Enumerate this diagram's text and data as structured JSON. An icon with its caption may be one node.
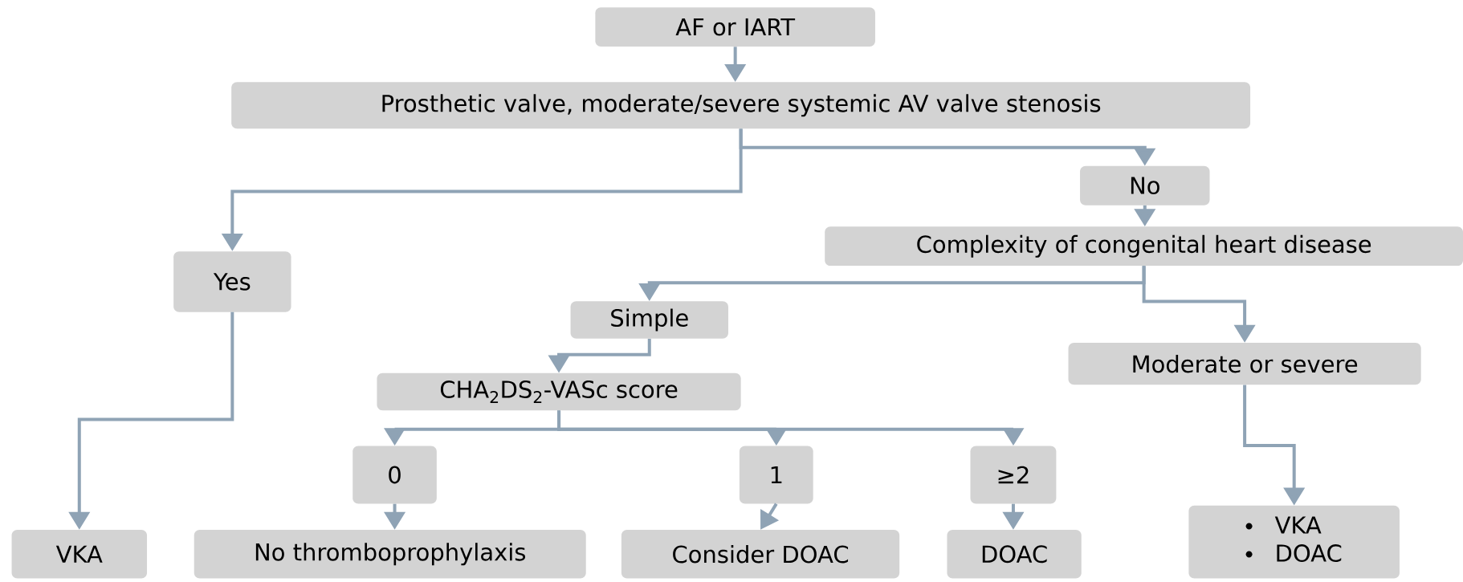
{
  "diagram": {
    "nodes": [
      {
        "text": [
          "AF or IART"
        ]
      },
      {
        "text": [
          "Prosthetic valve, moderate/severe systemic AV valve stenosis"
        ]
      },
      {
        "text": [
          "Yes"
        ]
      },
      {
        "text": [
          "No"
        ]
      },
      {
        "text": [
          "Complexity of congenital heart disease"
        ]
      },
      {
        "text": [
          "Simple"
        ]
      },
      {
        "text": [
          "Moderate or severe"
        ]
      },
      {
        "text": [
          "CHA$_{2}$DS$_{2}$-VASc score"
        ]
      },
      {
        "text": [
          "0"
        ]
      },
      {
        "text": [
          "1"
        ]
      },
      {
        "text": [
          "≥2"
        ]
      },
      {
        "text": [
          "VKA"
        ]
      },
      {
        "text": [
          "No thromboprophylaxis"
        ]
      },
      {
        "text": [
          "Consider DOAC"
        ]
      },
      {
        "text": [
          "DOAC"
        ]
      },
      {
        "text": [
          "VKA",
          "DOAC"
        ]
      }
    ],
    "edges": [
      {
        "from": 0,
        "to": 1,
        "arrow": "to"
      },
      {
        "from": 1,
        "to": 2,
        "arrow": "to"
      },
      {
        "from": 1,
        "to": 3,
        "arrow": "to"
      },
      {
        "from": 3,
        "to": 4,
        "arrow": "to"
      },
      {
        "from": 4,
        "to": 5,
        "arrow": "to"
      },
      {
        "from": 4,
        "to": 6,
        "arrow": "to"
      },
      {
        "from": 5,
        "to": 7,
        "arrow": "to"
      },
      {
        "from": 7,
        "to": 8,
        "arrow": "to"
      },
      {
        "from": 7,
        "to": 9,
        "arrow": "to"
      },
      {
        "from": 7,
        "to": 10,
        "arrow": "to"
      },
      {
        "from": 2,
        "to": 11,
        "arrow": "to"
      },
      {
        "from": 8,
        "to": 12,
        "arrow": "to"
      },
      {
        "from": 9,
        "to": 13,
        "arrow": "to"
      },
      {
        "from": 10,
        "to": 14,
        "arrow": "to"
      },
      {
        "from": 6,
        "to": 15,
        "arrow": "to"
      }
    ]
  }
}
